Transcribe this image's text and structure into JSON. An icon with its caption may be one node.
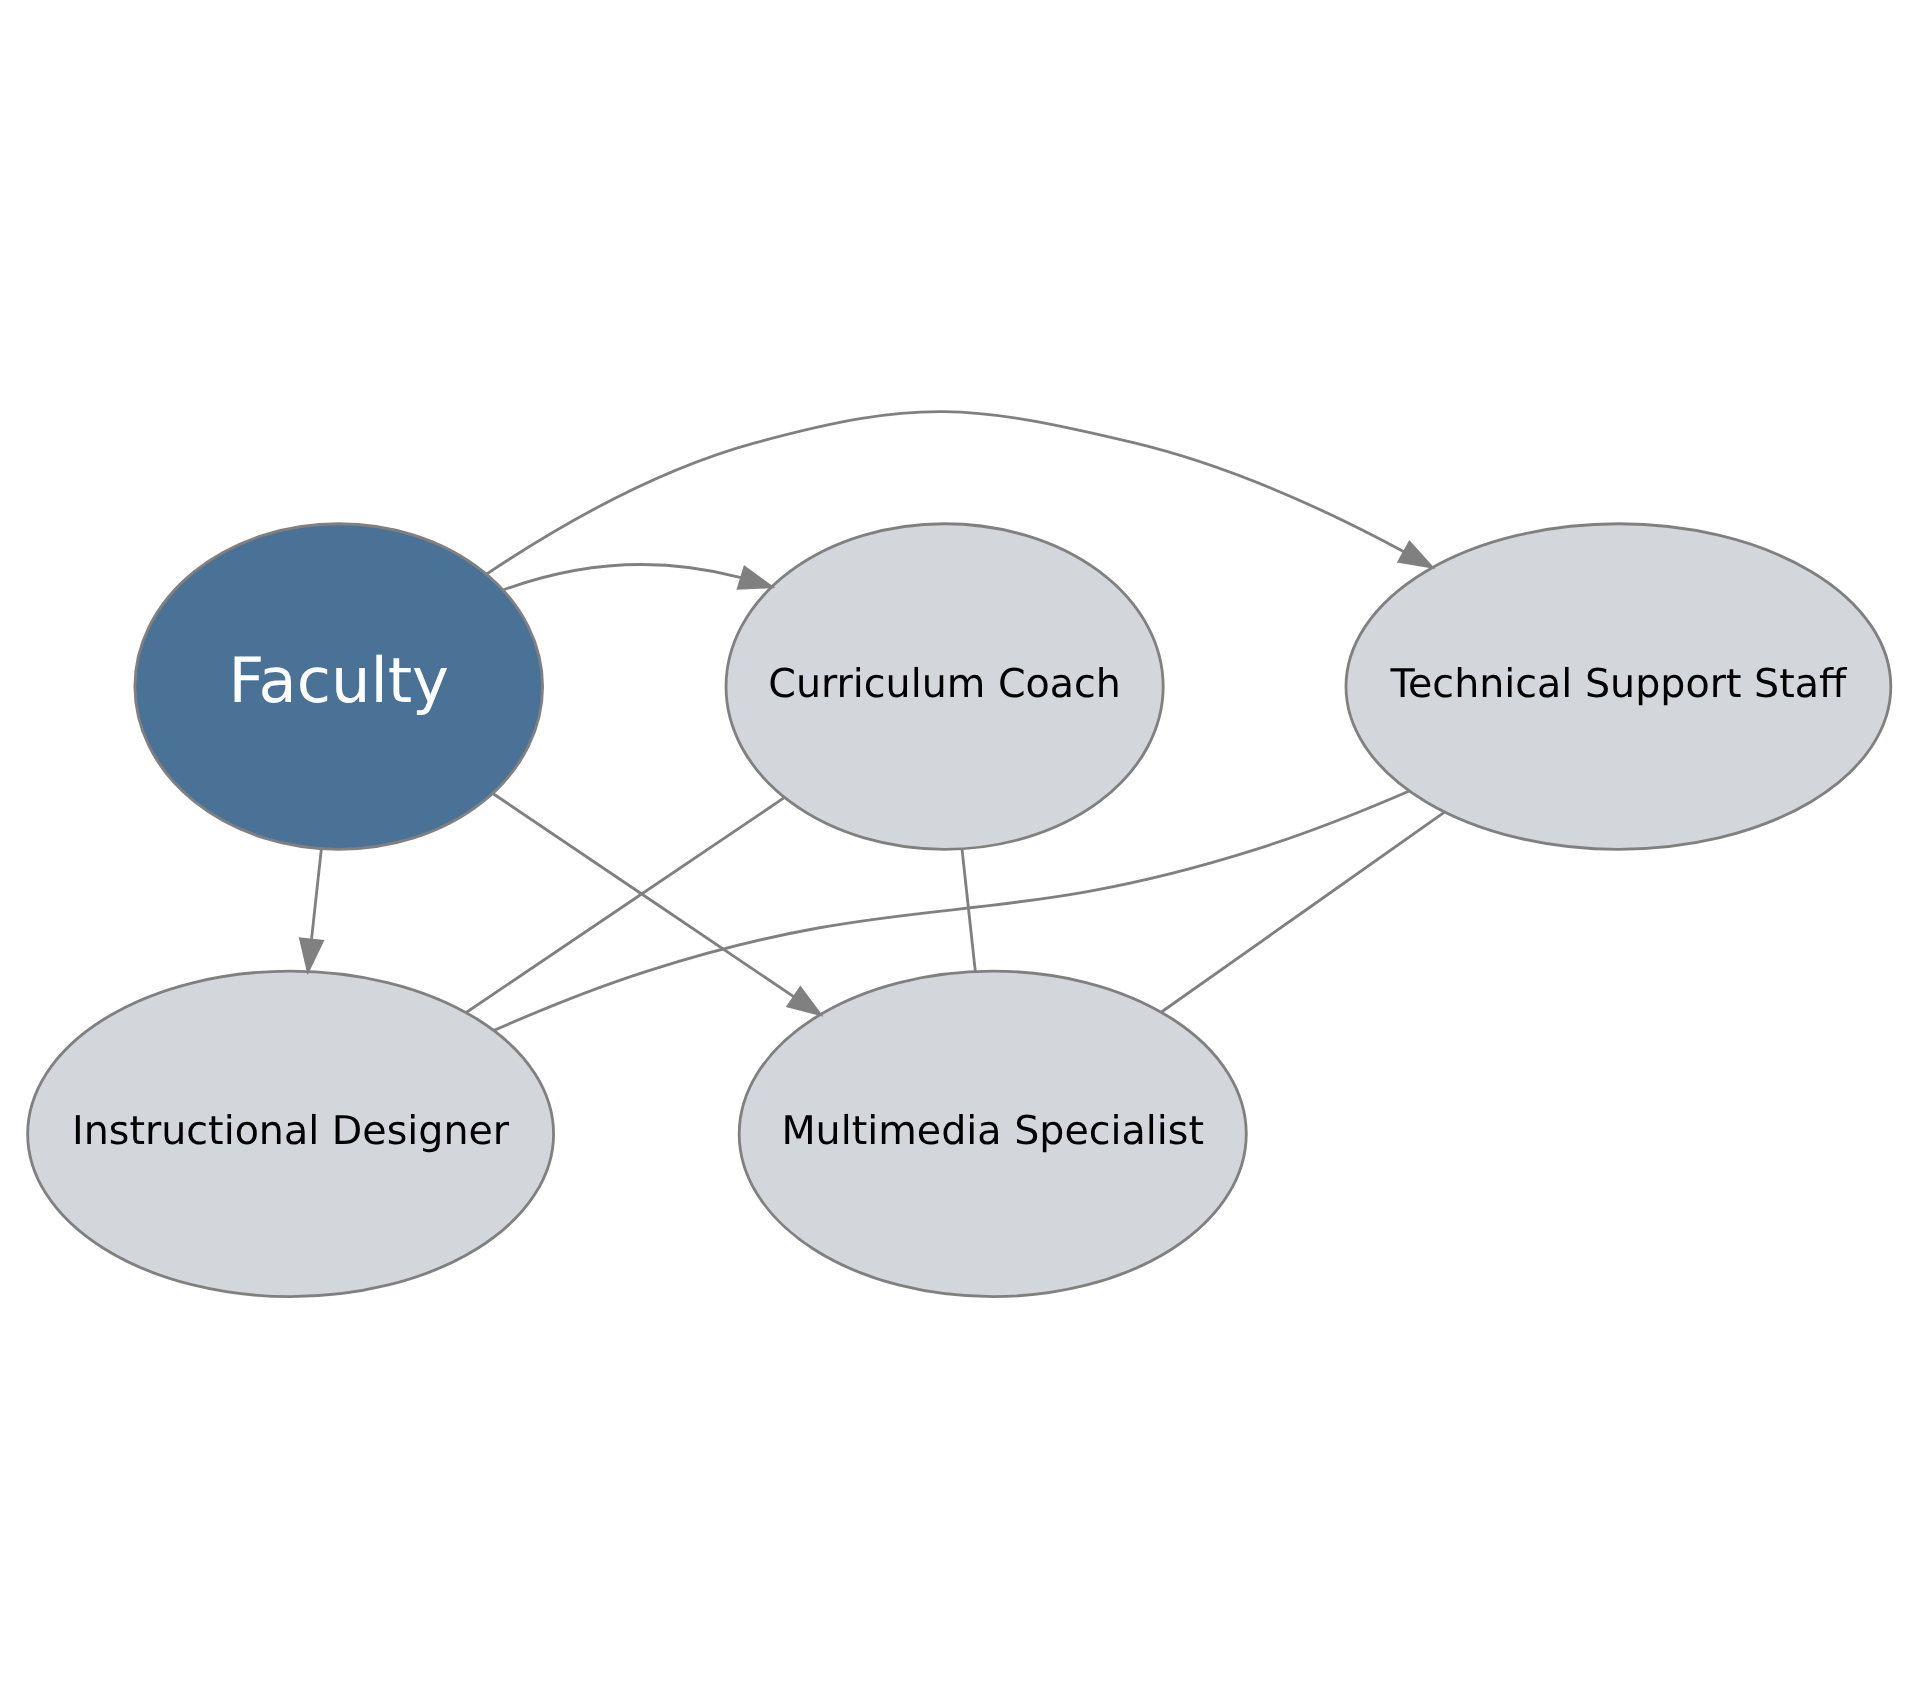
{
  "diagram": {
    "nodes": [
      {
        "text": [
          "Instructional Designer"
        ]
      },
      {
        "text": [
          "Technical Support Staff"
        ]
      },
      {
        "text": [
          "Faculty"
        ]
      },
      {
        "text": [
          "Curriculum Coach"
        ]
      },
      {
        "text": [
          "Multimedia Specialist"
        ]
      }
    ],
    "edges": [
      {
        "from": 2,
        "to": 0,
        "arrow": "to"
      },
      {
        "from": 2,
        "to": 1,
        "arrow": "to"
      },
      {
        "from": 2,
        "to": 3,
        "arrow": "to"
      },
      {
        "from": 2,
        "to": 4,
        "arrow": "to"
      },
      {
        "from": 0,
        "to": 3,
        "arrow": "none"
      },
      {
        "from": 3,
        "to": 4,
        "arrow": "none"
      },
      {
        "from": 4,
        "to": 1,
        "arrow": "none"
      },
      {
        "from": 1,
        "to": 0,
        "arrow": "none"
      }
    ]
  }
}
